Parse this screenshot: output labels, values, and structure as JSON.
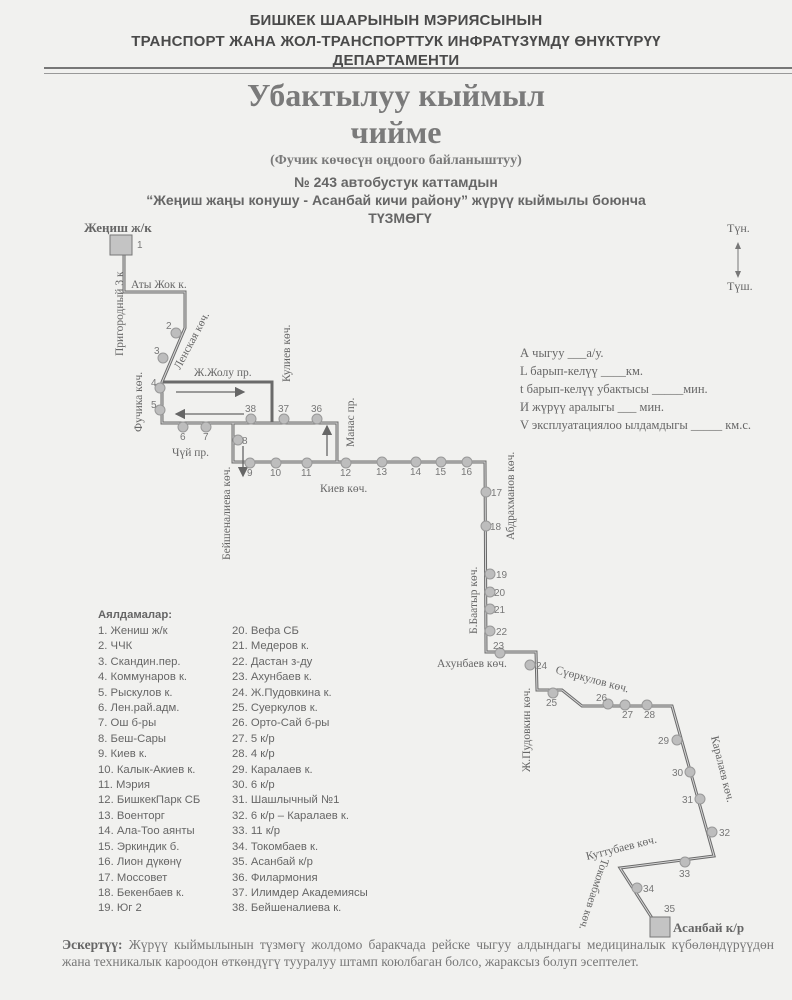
{
  "header": {
    "line1": "БИШКЕК ШААРЫНЫН  МЭРИЯСЫНЫН",
    "line2": "ТРАНСПОРТ ЖАНА ЖОЛ-ТРАНСПОРТТУК ИНФРАТҮЗҮМДҮ ӨНҮКТҮРҮҮ",
    "line3": "ДЕПАРТАМЕНТИ"
  },
  "title": {
    "line1": "Убактылуу кыймыл",
    "line2": "чийме",
    "subtitle": "(Фучик көчөсүн оңдоого байланыштуу)",
    "route": "№ 243  автобустук каттамдын",
    "route_name": "“Жеңиш жаңы конушу - Асанбай кичи району” жүрүү кыймылы боюнча",
    "scheme": "ТҮЗМӨГҮ"
  },
  "compass": {
    "north": "Түн.",
    "south": "Түш."
  },
  "map": {
    "start_terminal": "Жеңиш ж/к",
    "end_terminal": "Асанбай к/р",
    "streets": {
      "prigorodny": "Пригородный 3 к",
      "aty_jok": "Аты Жок к.",
      "lenskaya": "Ленская көч.",
      "fuchika": "Фучика көч.",
      "zh_zholu": "Ж.Жолу пр.",
      "kuliev": "Кулиев көч.",
      "manas": "Манас пр.",
      "chui": "Чүй пр.",
      "beishenalieva": "Бейшеналиева көч.",
      "kiev": "Киев көч.",
      "abdrakhmanov": "Абдрахманов көч.",
      "b_baatyr": "Б.Баатыр көч.",
      "akhunbaev": "Ахунбаев көч.",
      "pudovkin": "Ж.Пудовкин көч.",
      "suorkulov": "Сүөркулов көч.",
      "karalaev": "Каралаев көч.",
      "kuttubaev": "Куттубаев көч.",
      "tokombaev": "Токомбаев көч."
    }
  },
  "info": {
    "a": "А чыгуу  ___а/у.",
    "l": "L барып-келүү ____км.",
    "t": "t барып-келүү убактысы _____мин.",
    "i": "И жүрүү аралыгы ___ мин.",
    "v": "V эксплуатациялоо ылдамдыгы _____ км.с."
  },
  "stops_header": "Аялдамалар:",
  "stops": [
    {
      "num": "1",
      "name": "1.  Жениш ж/к"
    },
    {
      "num": "2",
      "name": "2. ЧЧК"
    },
    {
      "num": "3",
      "name": "3. Скандин.пер."
    },
    {
      "num": "4",
      "name": "4. Коммунаров к."
    },
    {
      "num": "5",
      "name": "5. Рыскулов к."
    },
    {
      "num": "6",
      "name": "6. Лен.рай.адм."
    },
    {
      "num": "7",
      "name": "7. Ош б-ры"
    },
    {
      "num": "8",
      "name": "8. Беш-Сары"
    },
    {
      "num": "9",
      "name": "9. Киев к."
    },
    {
      "num": "10",
      "name": "10. Калык-Акиев к."
    },
    {
      "num": "11",
      "name": "11. Мэрия"
    },
    {
      "num": "12",
      "name": "12. БишкекПарк СБ"
    },
    {
      "num": "13",
      "name": "13. Военторг"
    },
    {
      "num": "14",
      "name": "14. Ала-Тоо аянты"
    },
    {
      "num": "15",
      "name": "15. Эркиндик б."
    },
    {
      "num": "16",
      "name": "16. Лион дүкөнү"
    },
    {
      "num": "17",
      "name": "17. Моссовет"
    },
    {
      "num": "18",
      "name": "18. Бекенбаев к."
    },
    {
      "num": "19",
      "name": "19. Юг 2"
    },
    {
      "num": "20",
      "name": "20. Вефа СБ"
    },
    {
      "num": "21",
      "name": "21. Медеров к."
    },
    {
      "num": "22",
      "name": "22. Дастан з-ду"
    },
    {
      "num": "23",
      "name": "23. Ахунбаев к."
    },
    {
      "num": "24",
      "name": "24. Ж.Пудовкина к."
    },
    {
      "num": "25",
      "name": "25. Суеркулов к."
    },
    {
      "num": "26",
      "name": "26. Орто-Сай б-ры"
    },
    {
      "num": "27",
      "name": "27. 5 к/р"
    },
    {
      "num": "28",
      "name": "28. 4 к/р"
    },
    {
      "num": "29",
      "name": "29. Каралаев к."
    },
    {
      "num": "30",
      "name": "30. 6 к/р"
    },
    {
      "num": "31",
      "name": "31. Шашлычный №1"
    },
    {
      "num": "32",
      "name": "32.  6 к/р – Каралаев к."
    },
    {
      "num": "33",
      "name": "33. 11 к/р"
    },
    {
      "num": "34",
      "name": "34. Токомбаев к."
    },
    {
      "num": "35",
      "name": "35. Асанбай к/р"
    },
    {
      "num": "36",
      "name": "36. Филармония"
    },
    {
      "num": "37",
      "name": "37. Илимдер Академиясы"
    },
    {
      "num": "38",
      "name": "38. Бейшеналиева к."
    }
  ],
  "footer": {
    "label": "Эскертүү:",
    "text": "Жүрүү кыймылынын түзмөгү жолдомо баракчада рейске чыгуу алдындагы медициналык күбөлөндүрүүдөн жана техникалык кароодон өткөндүгү тууралуу штамп коюлбаган болсо, жараксыз болуп эсептелет."
  },
  "colors": {
    "paper": "#f1f1ef",
    "route": "#6a6a6a",
    "stop": "#bdbdbd"
  }
}
